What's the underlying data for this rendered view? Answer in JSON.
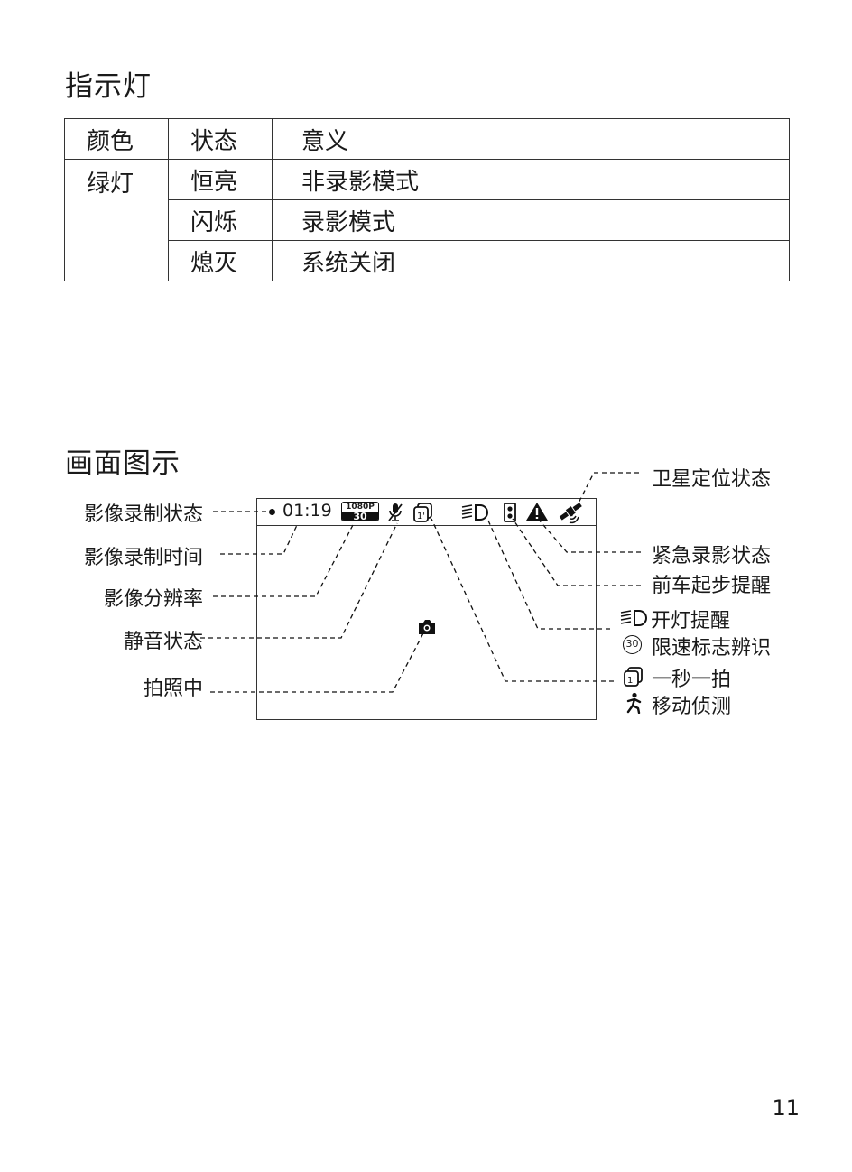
{
  "section1": {
    "title": "指示灯",
    "table": {
      "headers": [
        "颜色",
        "状态",
        "意义"
      ],
      "color": "绿灯",
      "rows": [
        {
          "state": "恒亮",
          "meaning": "非录影模式"
        },
        {
          "state": "闪烁",
          "meaning": "录影模式"
        },
        {
          "state": "熄灭",
          "meaning": "系统关闭"
        }
      ]
    }
  },
  "section2": {
    "title": "画面图示",
    "screen": {
      "time": "01:19",
      "res_top": "1080P",
      "res_bottom": "30"
    },
    "left_labels": [
      "影像录制状态",
      "影像录制时间",
      "影像分辨率",
      "静音状态",
      "拍照中"
    ],
    "right_labels": {
      "gps": "卫星定位状态",
      "emergency": "紧急录影状态",
      "front_car": "前车起步提醒",
      "headlight": "开灯提醒",
      "speed_sign_num": "30",
      "speed_sign": "限速标志辨识",
      "one_sec": "一秒一拍",
      "motion": "移动侦测"
    }
  },
  "page_number": "11"
}
